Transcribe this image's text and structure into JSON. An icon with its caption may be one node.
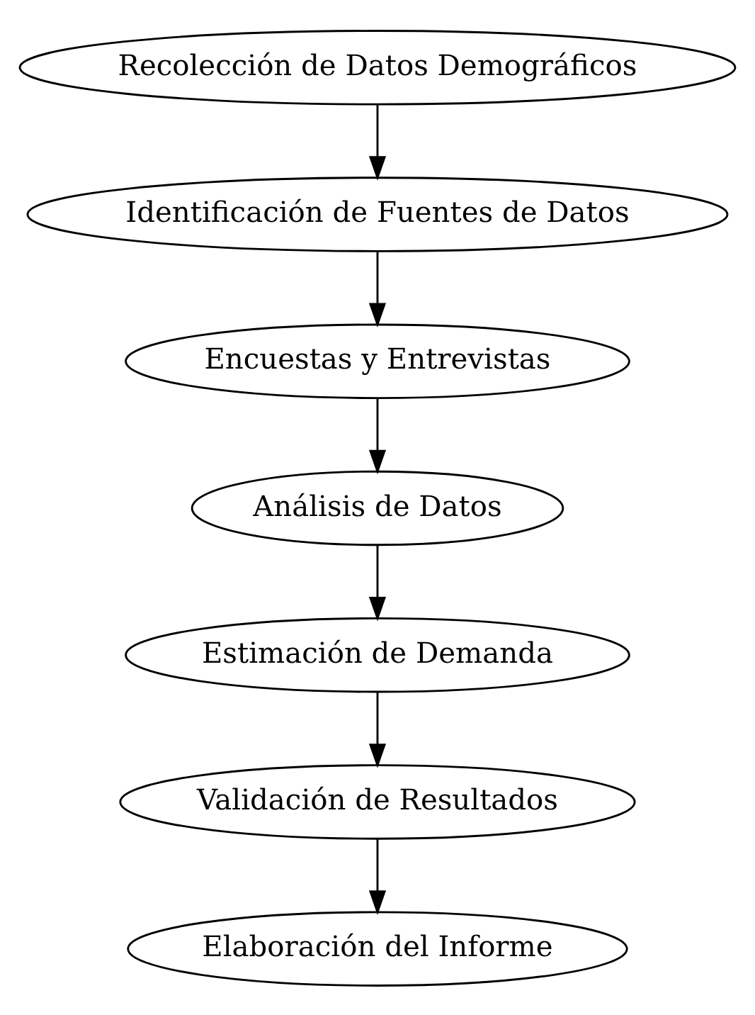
{
  "diagram": {
    "nodes": [
      {
        "text": [
          "Recolección de Datos Demográficos"
        ]
      },
      {
        "text": [
          "Identificación de Fuentes de Datos"
        ]
      },
      {
        "text": [
          "Encuestas y Entrevistas"
        ]
      },
      {
        "text": [
          "Análisis de Datos"
        ]
      },
      {
        "text": [
          "Estimación de Demanda"
        ]
      },
      {
        "text": [
          "Validación de Resultados"
        ]
      },
      {
        "text": [
          "Elaboración del Informe"
        ]
      }
    ],
    "edges": [
      {
        "from": 0,
        "to": 1,
        "arrow": "to"
      },
      {
        "from": 1,
        "to": 2,
        "arrow": "to"
      },
      {
        "from": 2,
        "to": 3,
        "arrow": "to"
      },
      {
        "from": 3,
        "to": 4,
        "arrow": "to"
      },
      {
        "from": 4,
        "to": 5,
        "arrow": "to"
      },
      {
        "from": 5,
        "to": 6,
        "arrow": "to"
      }
    ]
  }
}
